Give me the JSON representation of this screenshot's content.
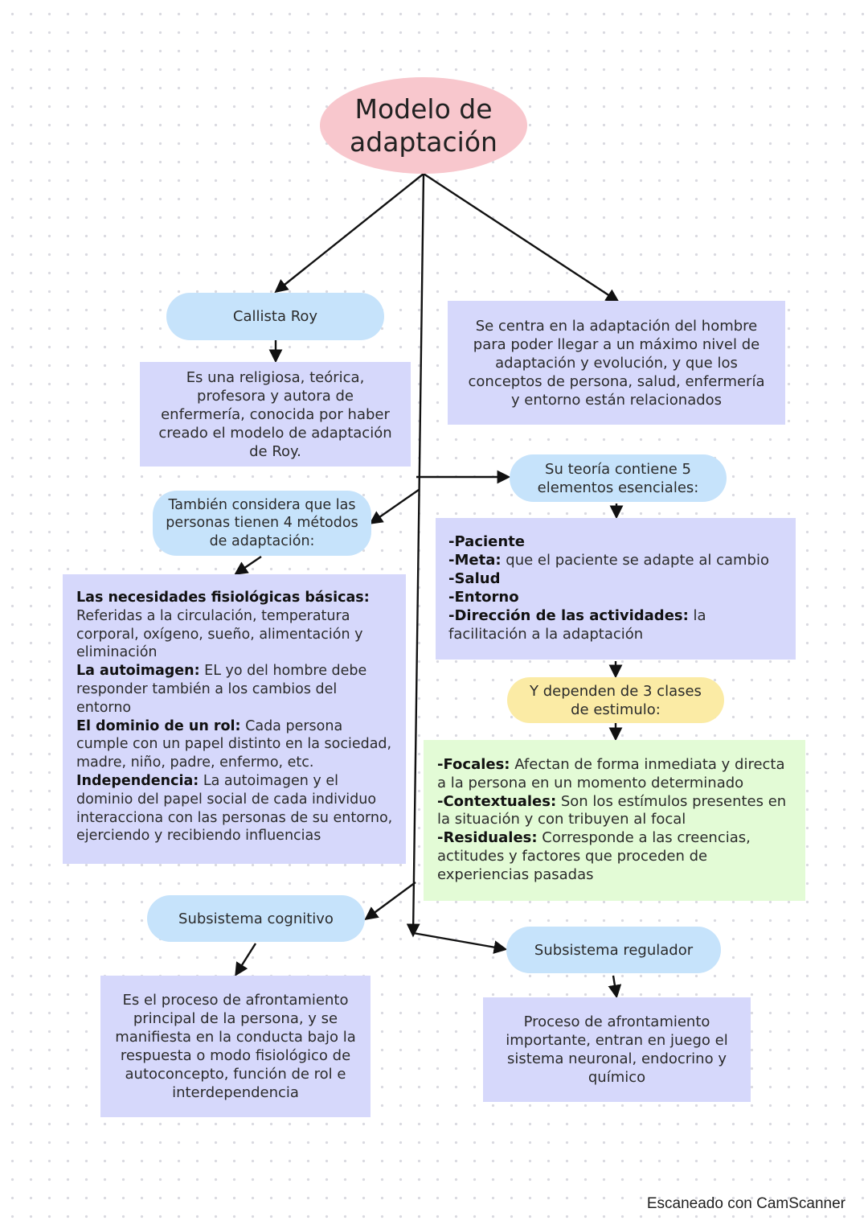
{
  "title": "Modelo de adaptación",
  "nodes": {
    "roy": "Callista Roy",
    "roy_desc": "Es una religiosa, teórica, profesora y autora de enfermería, conocida por haber creado el modelo de adaptación de Roy.",
    "focus": "Se centra en la adaptación del hombre para poder llegar a un máximo nivel de adaptación y evolución, y que los conceptos de persona, salud, enfermería y entorno están relacionados",
    "theory": "Su teoría contiene 5 elementos esenciales:",
    "methods": "También considera que las personas tienen 4 métodos de adaptación:",
    "stimuli": "Y dependen de 3 clases de estimulo:",
    "cognitive": "Subsistema cognitivo",
    "cognitive_desc": "Es el proceso de afrontamiento principal de la persona, y se manifiesta en la conducta bajo la respuesta o modo fisiológico de autoconcepto, función de rol e interdependencia",
    "regulator": "Subsistema regulador",
    "regulator_desc": "Proceso de afrontamiento importante, entran en juego el sistema neuronal, endocrino y químico"
  },
  "elements": [
    {
      "term": "-Paciente",
      "text": ""
    },
    {
      "term": "-Meta:",
      "text": " que el paciente se adapte al cambio"
    },
    {
      "term": "-Salud",
      "text": ""
    },
    {
      "term": "-Entorno",
      "text": ""
    },
    {
      "term": "-Dirección de las actividades:",
      "text": " la facilitación a la adaptación"
    }
  ],
  "methods_list": [
    {
      "term": "Las necesidades fisiológicas básicas:",
      "text": " Referidas a la circulación, temperatura corporal, oxígeno, sueño, alimentación y eliminación"
    },
    {
      "term": "La autoimagen:",
      "text": " EL yo del hombre debe responder también a los cambios del entorno"
    },
    {
      "term": "El dominio de un rol:",
      "text": " Cada persona cumple con un papel distinto en la sociedad, madre, niño, padre, enfermo, etc."
    },
    {
      "term": "Independencia:",
      "text": " La autoimagen y el dominio del papel social de cada individuo interacciona con las personas de su entorno, ejerciendo y recibiendo influencias"
    }
  ],
  "stimuli_list": [
    {
      "term": "-Focales:",
      "text": " Afectan de forma inmediata y directa a la persona en un momento determinado"
    },
    {
      "term": "-Contextuales:",
      "text": " Son los estímulos presentes en la situación y con tribuyen al focal"
    },
    {
      "term": "-Residuales:",
      "text": " Corresponde a las creencias, actitudes y factores que proceden de experiencias pasadas"
    }
  ],
  "watermark": "Escaneado con CamScanner",
  "colors": {
    "title_oval": "#f8c7cd",
    "pill": "#c6e3fb",
    "rect": "#d6d8fb",
    "stimuli_pill": "#fbeba5",
    "stimuli_rect": "#e3fbd6"
  }
}
